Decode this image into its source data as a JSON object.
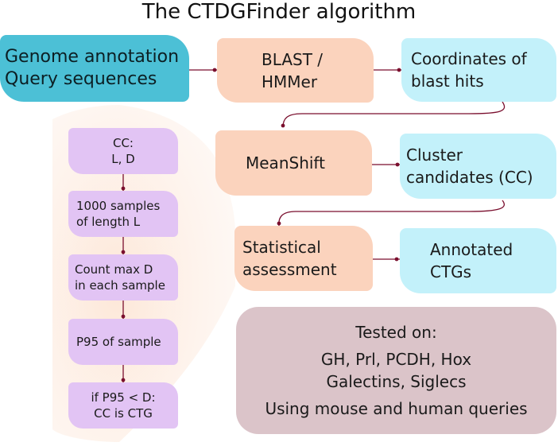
{
  "title": "The CTDGFinder algorithm",
  "nodes": {
    "genome": {
      "lines": [
        "Genome annotation",
        "Query sequences"
      ]
    },
    "blast": {
      "lines": [
        "BLAST /",
        "HMMer"
      ]
    },
    "coords": {
      "lines": [
        "Coordinates of",
        "blast hits"
      ]
    },
    "meanshift": {
      "lines": [
        "MeanShift"
      ]
    },
    "cluster": {
      "lines": [
        "Cluster",
        "candidates (CC)"
      ]
    },
    "stat": {
      "lines": [
        "Statistical",
        "assessment"
      ]
    },
    "annot": {
      "lines": [
        "Annotated",
        "CTGs"
      ]
    }
  },
  "steps": [
    {
      "lines": [
        "CC:",
        "L, D"
      ]
    },
    {
      "lines": [
        "1000 samples",
        "of length L"
      ]
    },
    {
      "lines": [
        "Count max D",
        "in each sample"
      ]
    },
    {
      "lines": [
        "P95 of sample"
      ]
    },
    {
      "lines": [
        "if P95 < D:",
        "CC is CTG"
      ]
    }
  ],
  "tested": {
    "heading": "Tested on:",
    "families_line1": "GH, Prl, PCDH, Hox",
    "families_line2": "Galectins, Siglecs",
    "queries": "Using mouse and human queries"
  },
  "colors": {
    "input": "#4cc0d6",
    "process": "#fbd3bd",
    "output": "#c3f1fa",
    "step": "#e2c4f4",
    "tested": "#dbc4c9",
    "connector": "#7a0f2e",
    "fan": "#fdeee4"
  }
}
